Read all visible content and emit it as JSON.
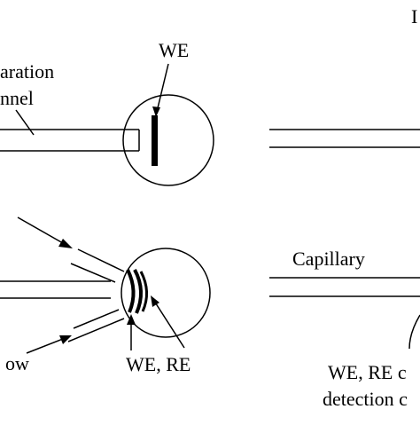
{
  "labels": {
    "top_right_fragment": "I",
    "separation_line1": "aration",
    "separation_line2": "nnel",
    "we_top": "WE",
    "capillary": "Capillary",
    "flow": "ow",
    "we_re": "WE, RE",
    "we_re_right_line1": "WE, RE c",
    "detection_right_line2": "detection c"
  }
}
